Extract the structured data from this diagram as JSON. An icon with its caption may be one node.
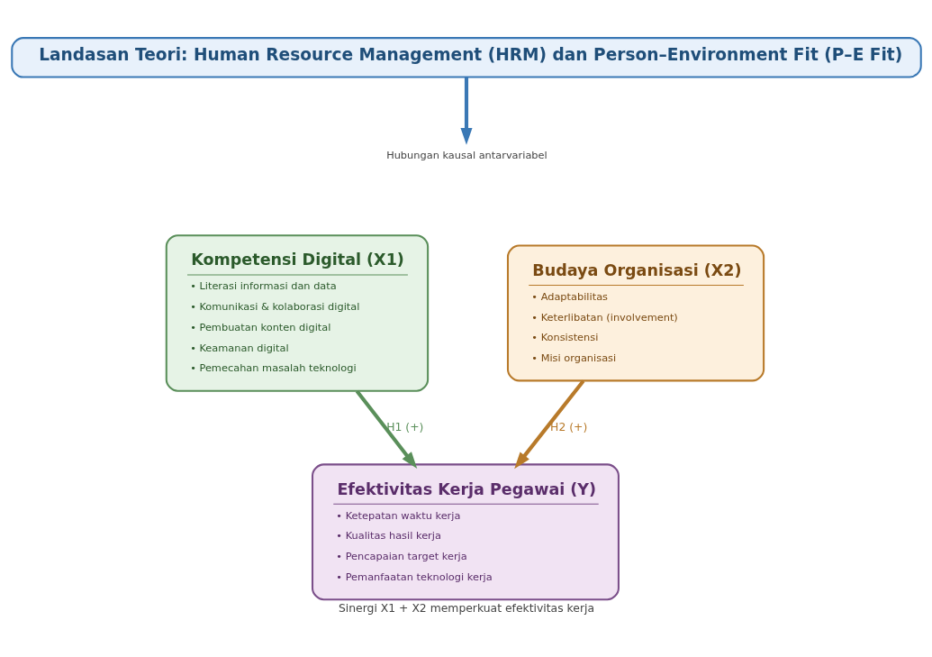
{
  "diagram": {
    "caption": "Sinergi X1 + X2 memperkuat efektivitas kerja",
    "nodes": [
      {
        "text": [
          "Landasan Teori: Human Resource Management (HRM) dan Person–Environment Fit (P–E Fit)"
        ]
      },
      {
        "text": [
          "Hubungan kausal antarvariabel"
        ]
      },
      {
        "text": [
          "Kompetensi Digital (X1)",
          "• Literasi informasi dan data",
          "• Komunikasi & kolaborasi digital",
          "• Pembuatan konten digital",
          "• Keamanan digital",
          "• Pemecahan masalah teknologi"
        ]
      },
      {
        "text": [
          "Budaya Organisasi (X2)",
          "• Adaptabilitas",
          "• Keterlibatan (involvement)",
          "• Konsistensi",
          "• Misi organisasi"
        ]
      },
      {
        "text": [
          "Efektivitas Kerja Pegawai (Y)",
          "• Ketepatan waktu kerja",
          "• Kualitas hasil kerja",
          "• Pencapaian target kerja",
          "• Pemanfaatan teknologi kerja"
        ]
      }
    ],
    "edges": [
      {
        "from": 0,
        "to": 1,
        "arrow": "to",
        "color": "#3a78b5"
      },
      {
        "from": 2,
        "to": 4,
        "arrow": "to",
        "label": "H1 (+)",
        "color": "#5a8f5a"
      },
      {
        "from": 3,
        "to": 4,
        "arrow": "to",
        "label": "H2 (+)",
        "color": "#b87a2a"
      }
    ]
  }
}
